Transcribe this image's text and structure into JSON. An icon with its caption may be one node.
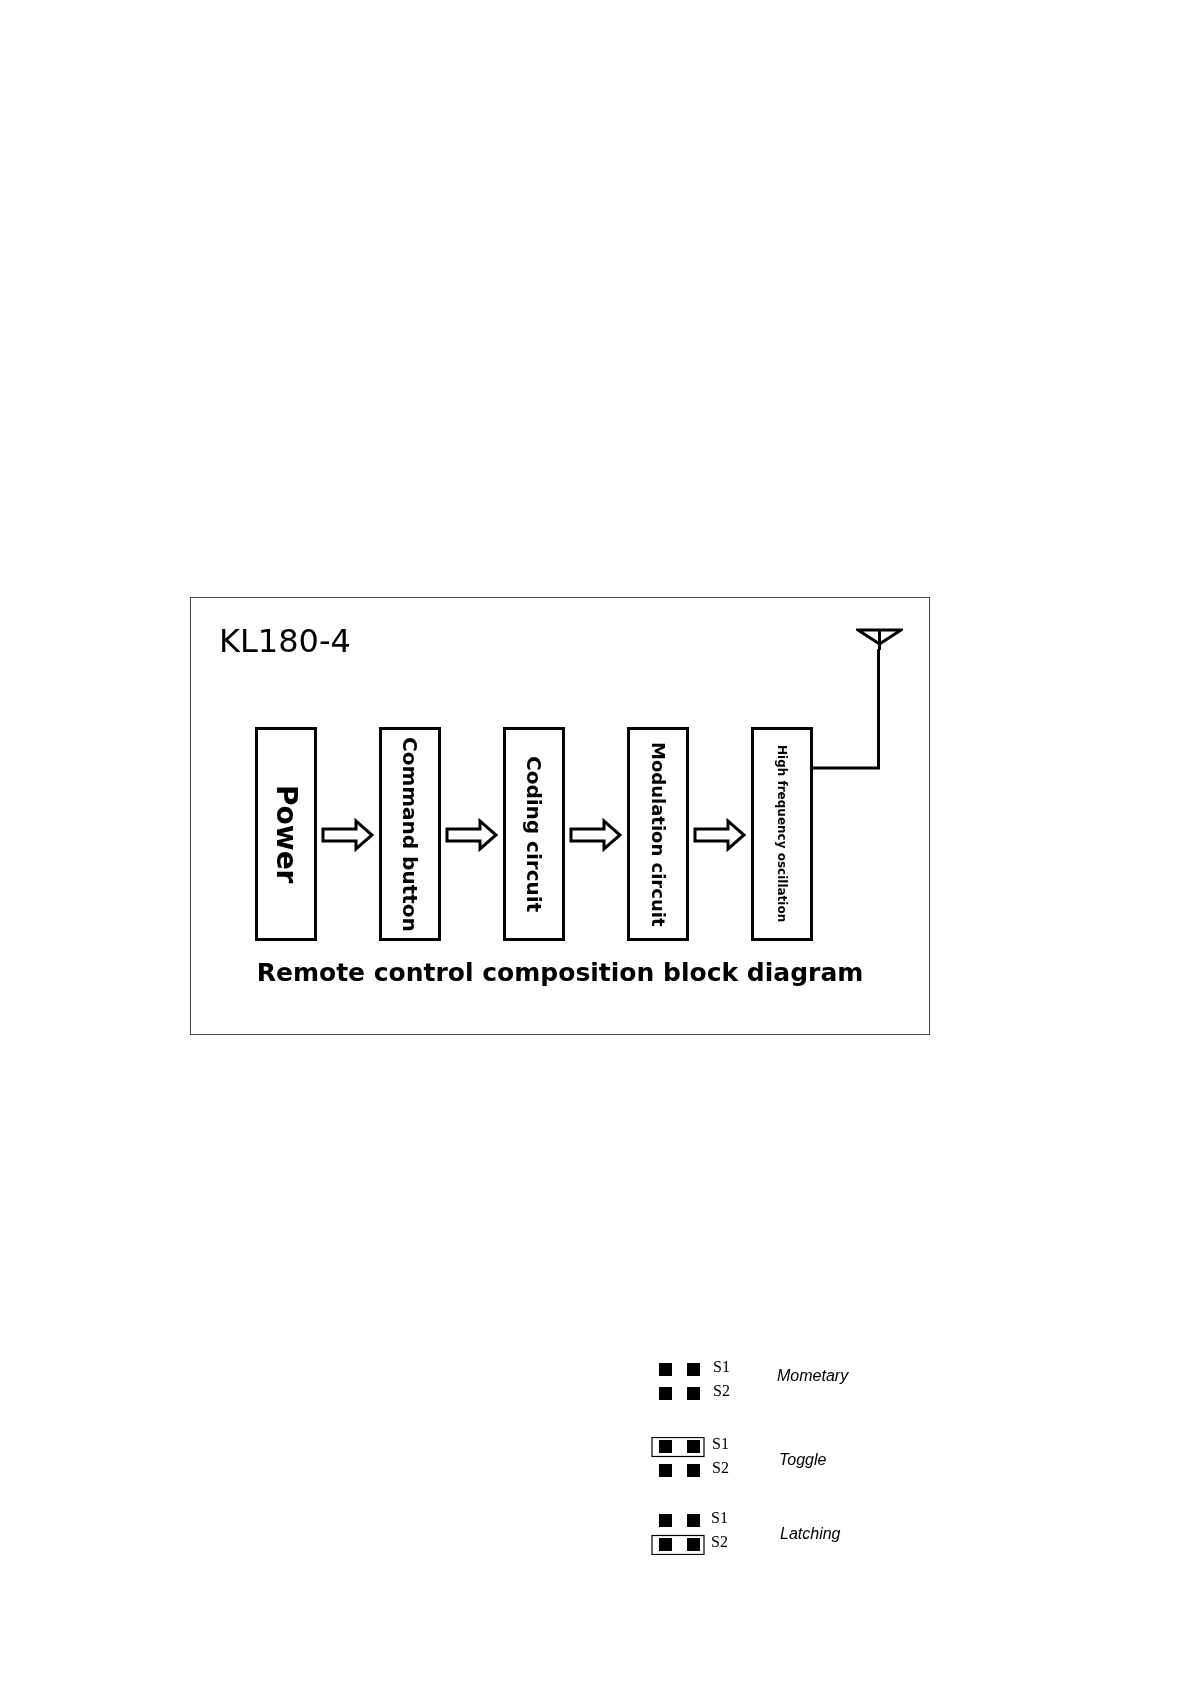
{
  "diagram": {
    "nodes": [
      {
        "text": [
          "KL180-4",
          "Remote control composition block diagram"
        ]
      },
      {
        "text": [
          "Power"
        ],
        "in": 0
      },
      {
        "text": [
          "Command button"
        ],
        "in": 0
      },
      {
        "text": [
          "Coding circuit"
        ],
        "in": 0
      },
      {
        "text": [
          "Modulation circuit"
        ],
        "in": 0
      },
      {
        "text": [
          "High frequency oscillation"
        ],
        "in": 0
      },
      {
        "text": [],
        "shape": "antenna",
        "in": 0
      }
    ],
    "edges": [
      {
        "from": 1,
        "to": 2,
        "arrow": "to"
      },
      {
        "from": 2,
        "to": 3,
        "arrow": "to"
      },
      {
        "from": 3,
        "to": 4,
        "arrow": "to"
      },
      {
        "from": 4,
        "to": 5,
        "arrow": "to"
      },
      {
        "from": 5,
        "to": 6,
        "arrow": "none"
      }
    ],
    "labels": [
      "S1",
      "S2",
      "Mometary",
      "S1",
      "S2",
      "Toggle",
      "S1",
      "S2",
      "Latching"
    ]
  }
}
